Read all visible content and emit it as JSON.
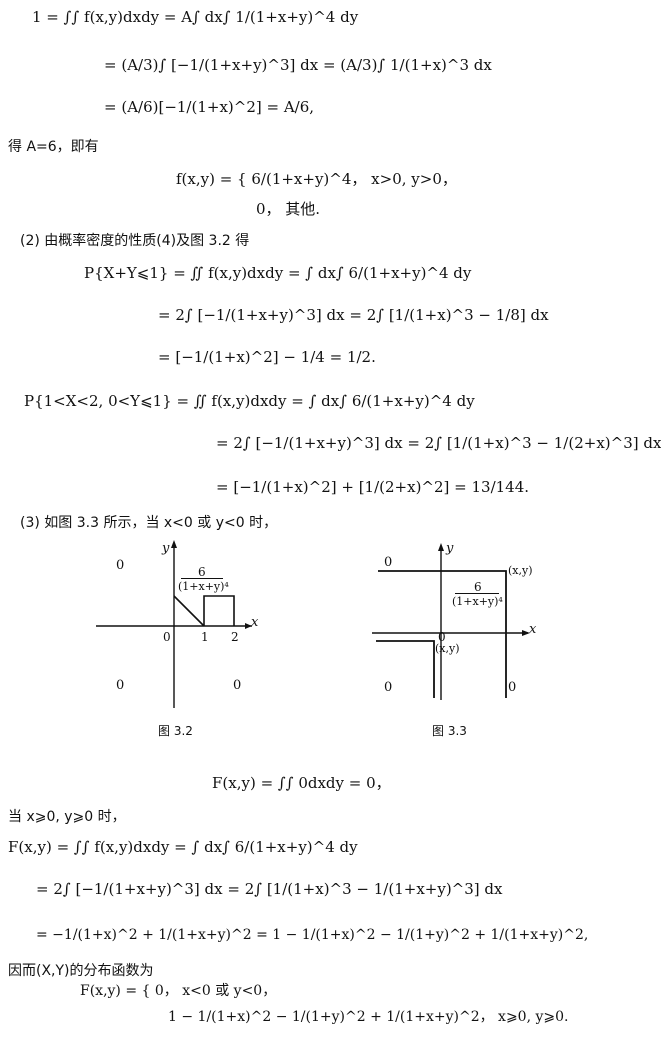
{
  "lines": {
    "l1": "1 = ∫∫ f(x,y)dxdy = A∫ dx∫ 1/(1+x+y)^4 dy",
    "l2": "= (A/3)∫ [−1/(1+x+y)^3] dx = (A/3)∫ 1/(1+x)^3 dx",
    "l3": "= (A/6)[−1/(1+x)^2] = A/6,",
    "l4": "得 A=6，即有",
    "l5a": "f(x,y) = { 6/(1+x+y)^4，   x>0, y>0，",
    "l5b": "0，         其他.",
    "l6": "(2) 由概率密度的性质(4)及图 3.2 得",
    "l7": "P{X+Y⩽1} = ∬ f(x,y)dxdy = ∫ dx∫ 6/(1+x+y)^4 dy",
    "l8": "= 2∫ [−1/(1+x+y)^3] dx = 2∫ [1/(1+x)^3 − 1/8] dx",
    "l9": "= [−1/(1+x)^2] − 1/4 = 1/2.",
    "l10": "P{1<X<2, 0<Y⩽1} = ∬ f(x,y)dxdy = ∫ dx∫ 6/(1+x+y)^4 dy",
    "l11": "= 2∫ [−1/(1+x+y)^3] dx = 2∫ [1/(1+x)^3 − 1/(2+x)^3] dx",
    "l12": "= [−1/(1+x)^2] + [1/(2+x)^2] = 13/144.",
    "l13": "(3) 如图 3.3 所示，当 x<0 或 y<0 时，",
    "l14": "F(x,y) = ∫∫ 0dxdy = 0，",
    "l15": "当 x⩾0, y⩾0 时，",
    "l16": "F(x,y) = ∫∫ f(x,y)dxdy = ∫ dx∫ 6/(1+x+y)^4 dy",
    "l17": "= 2∫ [−1/(1+x+y)^3] dx = 2∫ [1/(1+x)^3 − 1/(1+x+y)^3] dx",
    "l18": "= −1/(1+x)^2 + 1/(1+x+y)^2 = 1 − 1/(1+x)^2 − 1/(1+y)^2 + 1/(1+x+y)^2,",
    "l19": "因而(X,Y)的分布函数为",
    "l20a": "F(x,y) = { 0，                        x<0 或 y<0，",
    "l20b": "1 − 1/(1+x)^2 − 1/(1+y)^2 + 1/(1+x+y)^2，   x⩾0, y⩾0."
  },
  "fig32": {
    "caption": "图 3.2",
    "zero_tl": "0",
    "zero_bl": "0",
    "zero_br": "0",
    "label_y": "y",
    "label_x": "x",
    "tick_0": "0",
    "tick_1": "1",
    "tick_2": "2",
    "numerator": "6",
    "denominator": "(1+x+y)⁴"
  },
  "fig33": {
    "caption": "图 3.3",
    "zero_tl": "0",
    "zero_bl": "0",
    "zero_br": "0",
    "origin": "0",
    "label_y": "y",
    "label_x": "x",
    "pt_top": "(x,y)",
    "pt_bot": "(x,y)",
    "numerator": "6",
    "denominator": "(1+x+y)⁴"
  }
}
